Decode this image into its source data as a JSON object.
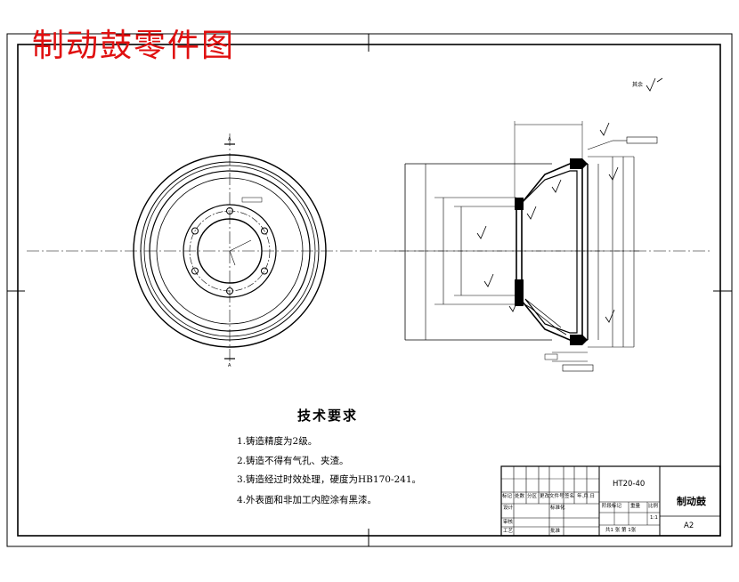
{
  "drawing": {
    "title": "制动鼓零件图",
    "roughness_note": "其余",
    "material": "HT20-40",
    "part_name": "制动鼓",
    "sheet_size": "A2",
    "scale": "1:1",
    "sheet_count": "共1 张 第 1张",
    "title_block_headers": [
      "标记",
      "处数",
      "分区",
      "更改文件号",
      "签名",
      "年.月.日"
    ],
    "title_block_labels": {
      "design": "设计",
      "standard": "标准化",
      "review": "审核",
      "process": "工艺",
      "approve": "批准",
      "stage": "阶段标记",
      "weight": "重量",
      "scale": "比例"
    },
    "tech_requirements": {
      "heading": "技术要求",
      "items": [
        "1.铸造精度为2级。",
        "2.铸造不得有气孔、夹渣。",
        "3.铸造经过时效处理，硬度为HB170-241。",
        "4.外表面和非加工内腔涂有黑漆。"
      ]
    }
  }
}
